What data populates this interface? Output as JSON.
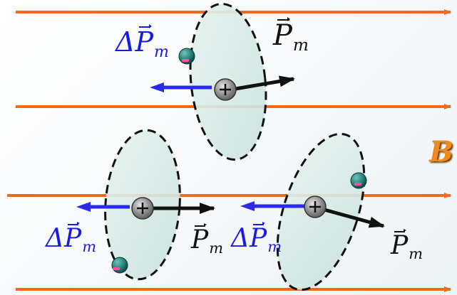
{
  "diagram": {
    "field_label": "B",
    "vector_symbol": "P",
    "subscript": "m",
    "delta_symbol": "Δ",
    "plus_sign": "+",
    "colors": {
      "field_lines": "#f06a1a",
      "delta_arrow": "#2a2ae8",
      "moment_arrow": "#111111",
      "orbit_fill": "#d8e9e6",
      "electron": "#1d7a72",
      "electron_mark": "#ff4fa8",
      "nucleus": "#7d7d7d",
      "field_label": "#f08a1c"
    },
    "atoms": [
      {
        "name": "atom-top"
      },
      {
        "name": "atom-bottom-left"
      },
      {
        "name": "atom-bottom-right"
      }
    ]
  }
}
